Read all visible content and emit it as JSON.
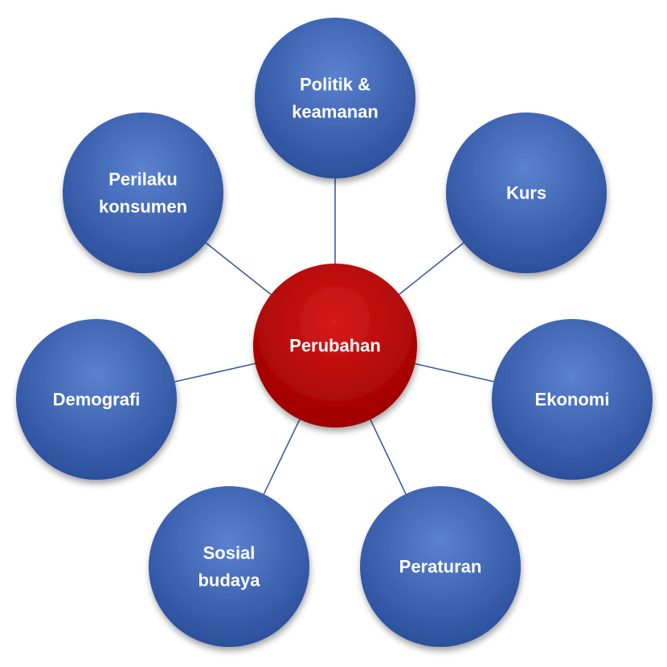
{
  "diagram": {
    "center": {
      "label": "Perubahan"
    },
    "nodes": [
      {
        "id": "politik",
        "lines": [
          "Politik &",
          "keamanan"
        ]
      },
      {
        "id": "kurs",
        "lines": [
          "Kurs"
        ]
      },
      {
        "id": "ekonomi",
        "lines": [
          "Ekonomi"
        ]
      },
      {
        "id": "peraturan",
        "lines": [
          "Peraturan"
        ]
      },
      {
        "id": "sosial",
        "lines": [
          "Sosial",
          "budaya"
        ]
      },
      {
        "id": "demografi",
        "lines": [
          "Demografi"
        ]
      },
      {
        "id": "perilaku",
        "lines": [
          "Perilaku",
          "konsumen"
        ]
      }
    ]
  },
  "colors": {
    "node_fill": "#3b64b8",
    "node_fill_light": "#5b82cf",
    "node_fill_dark": "#2b4f9c",
    "center_fill": "#c00000",
    "center_fill_light": "#d81a1a",
    "center_fill_dark": "#9e0000",
    "connector": "#3e5b9c",
    "text": "#ffffff"
  }
}
